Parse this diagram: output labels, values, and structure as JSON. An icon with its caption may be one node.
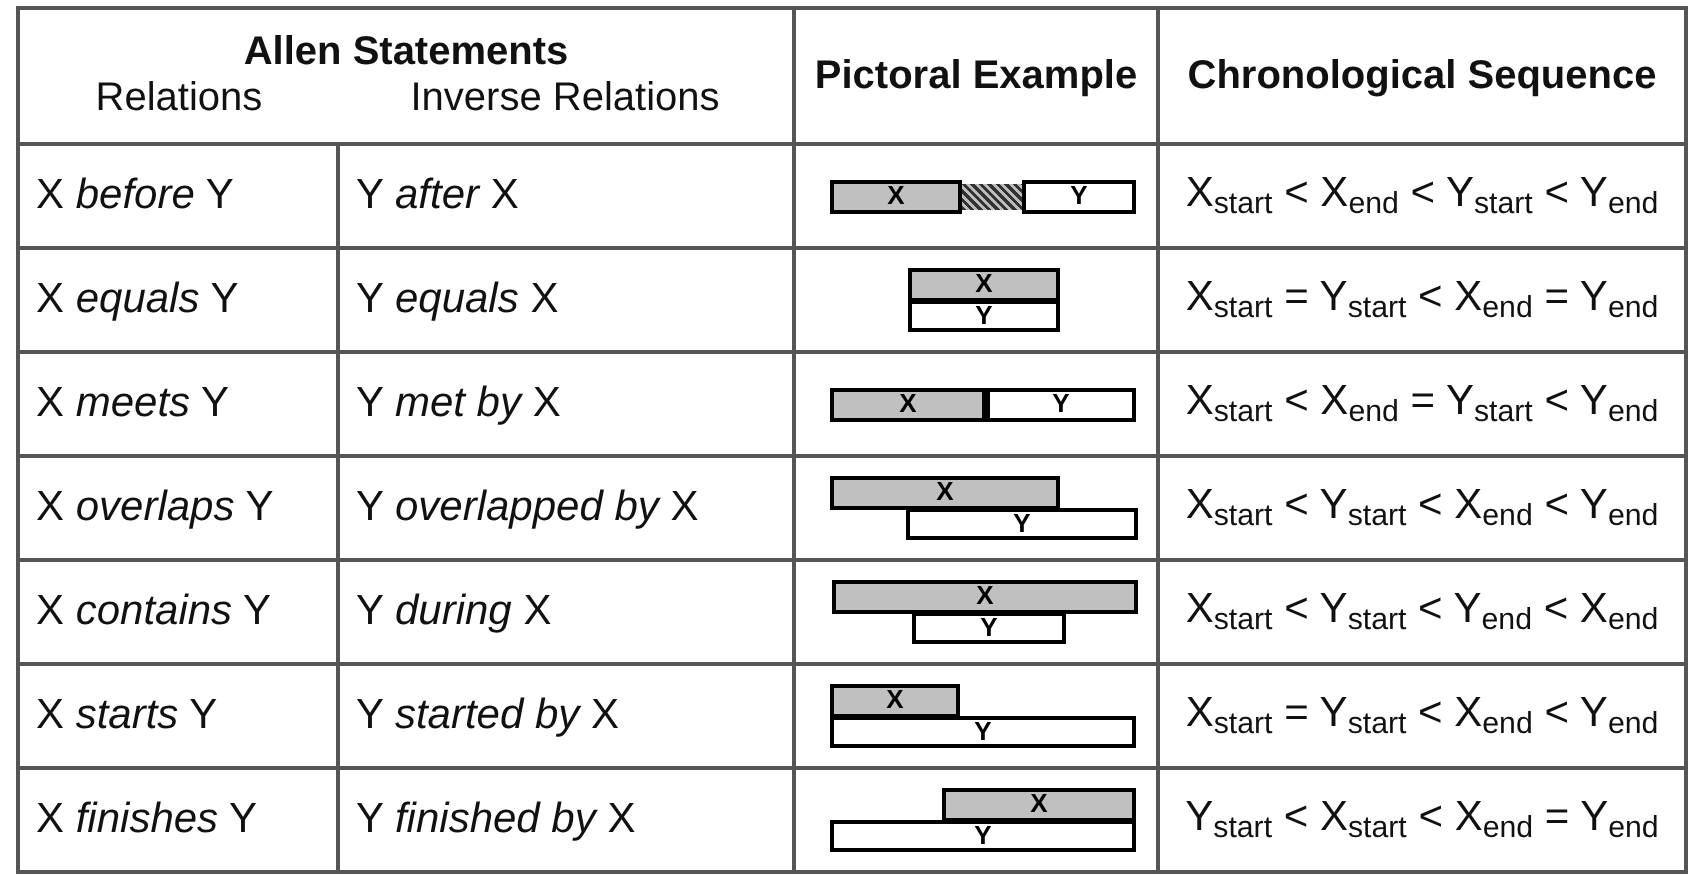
{
  "diagram": {
    "nodes": [
      {
        "text": [
          "X"
        ]
      },
      {
        "text": [],
        "shape": "bar"
      },
      {
        "text": [
          "Y"
        ]
      },
      {
        "text": [
          "X"
        ]
      },
      {
        "text": [
          "Y"
        ]
      },
      {
        "text": [
          "X"
        ]
      },
      {
        "text": [
          "Y"
        ]
      },
      {
        "text": [
          "X"
        ]
      },
      {
        "text": [
          "Y"
        ]
      },
      {
        "text": [
          "X"
        ]
      },
      {
        "text": [
          "Y"
        ]
      },
      {
        "text": [
          "X"
        ]
      },
      {
        "text": [
          "Y"
        ]
      },
      {
        "text": [
          "X"
        ]
      },
      {
        "text": [
          "Y"
        ]
      }
    ],
    "labels": [
      "Allen Statements",
      "Pictoral Example",
      "Chronological Sequence",
      "Relations",
      "Inverse Relations",
      "X *before* Y",
      "Y *after* X",
      "X$_{start}$ < X$_{end}$ < Y$_{start}$ < Y$_{end}$",
      "X *equals* Y",
      "Y *equals* X",
      "X$_{start}$ = Y$_{start}$ < X$_{end}$ = Y$_{end}$",
      "X *meets* Y",
      "Y *met by* X",
      "X$_{start}$ < X$_{end}$ = Y$_{start}$ < Y$_{end}$",
      "X *overlaps* Y",
      "Y *overlapped by* X",
      "X$_{start}$ < Y$_{start}$ < X$_{end}$ < Y$_{end}$",
      "X *contains* Y",
      "Y *during* X",
      "X$_{start}$ < Y$_{start}$ < Y$_{end}$ < X$_{end}$",
      "X *starts* Y",
      "Y *started by* X",
      "X$_{start}$ = Y$_{start}$ < X$_{end}$ < Y$_{end}$",
      "X *finishes* Y",
      "Y *finished by* X",
      "Y$_{start}$ < X$_{start}$ < X$_{end}$ = Y$_{end}$"
    ]
  }
}
